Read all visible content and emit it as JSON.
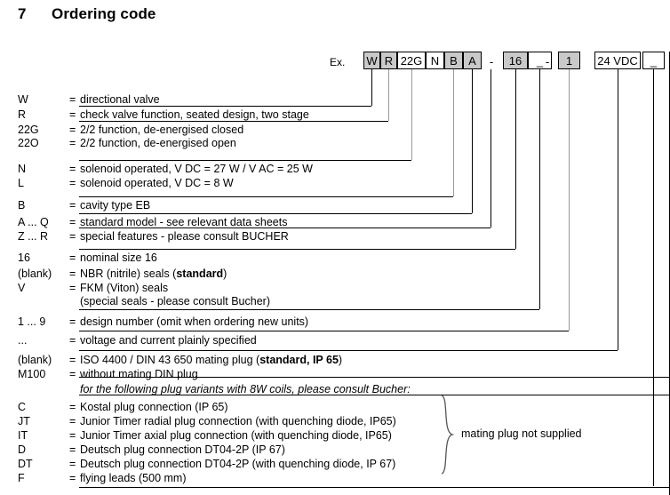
{
  "heading": {
    "number": "7",
    "title": "Ordering code"
  },
  "example": {
    "label": "Ex.",
    "separator": "-",
    "boxes": [
      {
        "text": "W",
        "shaded": true
      },
      {
        "text": "R",
        "shaded": true
      },
      {
        "text": "22G",
        "shaded": false
      },
      {
        "text": "N",
        "shaded": false
      },
      {
        "text": "B",
        "shaded": true
      },
      {
        "text": "A",
        "shaded": true
      },
      {
        "text": "16",
        "shaded": true
      },
      {
        "text": "_",
        "shaded": false
      },
      {
        "text": "1",
        "shaded": true
      },
      {
        "text": "24 VDC",
        "shaded": false
      },
      {
        "text": "_",
        "shaded": false
      }
    ]
  },
  "legend": {
    "equals": "=",
    "rows": [
      {
        "code": "W",
        "desc": "directional valve"
      },
      {
        "code": "R",
        "desc": "check valve function, seated design, two stage"
      },
      {
        "code": "22G",
        "desc": "2/2 function, de-energised closed"
      },
      {
        "code": "22O",
        "desc": "2/2 function, de-energised open"
      },
      {
        "code": "N",
        "desc": "solenoid operated, V DC = 27  W  /  V AC = 25 W"
      },
      {
        "code": "L",
        "desc": "solenoid operated, V DC = 8  W"
      },
      {
        "code": "B",
        "desc": "cavity type EB"
      },
      {
        "code": "A ... Q",
        "desc": "standard model - see relevant data sheets"
      },
      {
        "code": "Z ... R",
        "desc": "special features - please consult BUCHER"
      },
      {
        "code": "16",
        "desc": "nominal size 16"
      },
      {
        "code": "(blank)",
        "desc": "NBR (nitrile) seals  (standard)"
      },
      {
        "code": "V",
        "desc": "FKM (Viton) seals"
      },
      {
        "code": "",
        "desc": "(special seals - please consult Bucher)"
      },
      {
        "code": "1 ... 9",
        "desc": "design number (omit when ordering new units)"
      },
      {
        "code": "...",
        "desc": "voltage and current plainly specified"
      },
      {
        "code": "(blank)",
        "desc": "ISO 4400 / DIN 43 650 mating plug (standard, IP 65)"
      },
      {
        "code": "M100",
        "desc": "without mating DIN plug"
      },
      {
        "code": "",
        "desc": "for the following plug variants with 8W coils, please consult Bucher:"
      },
      {
        "code": "C",
        "desc": "Kostal plug connection (IP 65)"
      },
      {
        "code": "JT",
        "desc": "Junior Timer radial plug connection (with quenching diode, IP65)"
      },
      {
        "code": "IT",
        "desc": "Junior Timer axial plug connection (with quenching diode, IP65)"
      },
      {
        "code": "D",
        "desc": "Deutsch plug connection DT04-2P (IP 67)"
      },
      {
        "code": "DT",
        "desc": "Deutsch plug connection DT04-2P (with quenching diode, IP 67)"
      },
      {
        "code": "F",
        "desc": "flying leads (500 mm)"
      }
    ]
  },
  "brace_note": {
    "label": "mating plug not supplied"
  },
  "bold_fragments": [
    "standard",
    "IP 65"
  ],
  "colors": {
    "shaded_box": "#c9c9c9",
    "line": "#000000",
    "line_gray": "#9a9a9a",
    "text": "#000000",
    "background": "#ffffff"
  }
}
